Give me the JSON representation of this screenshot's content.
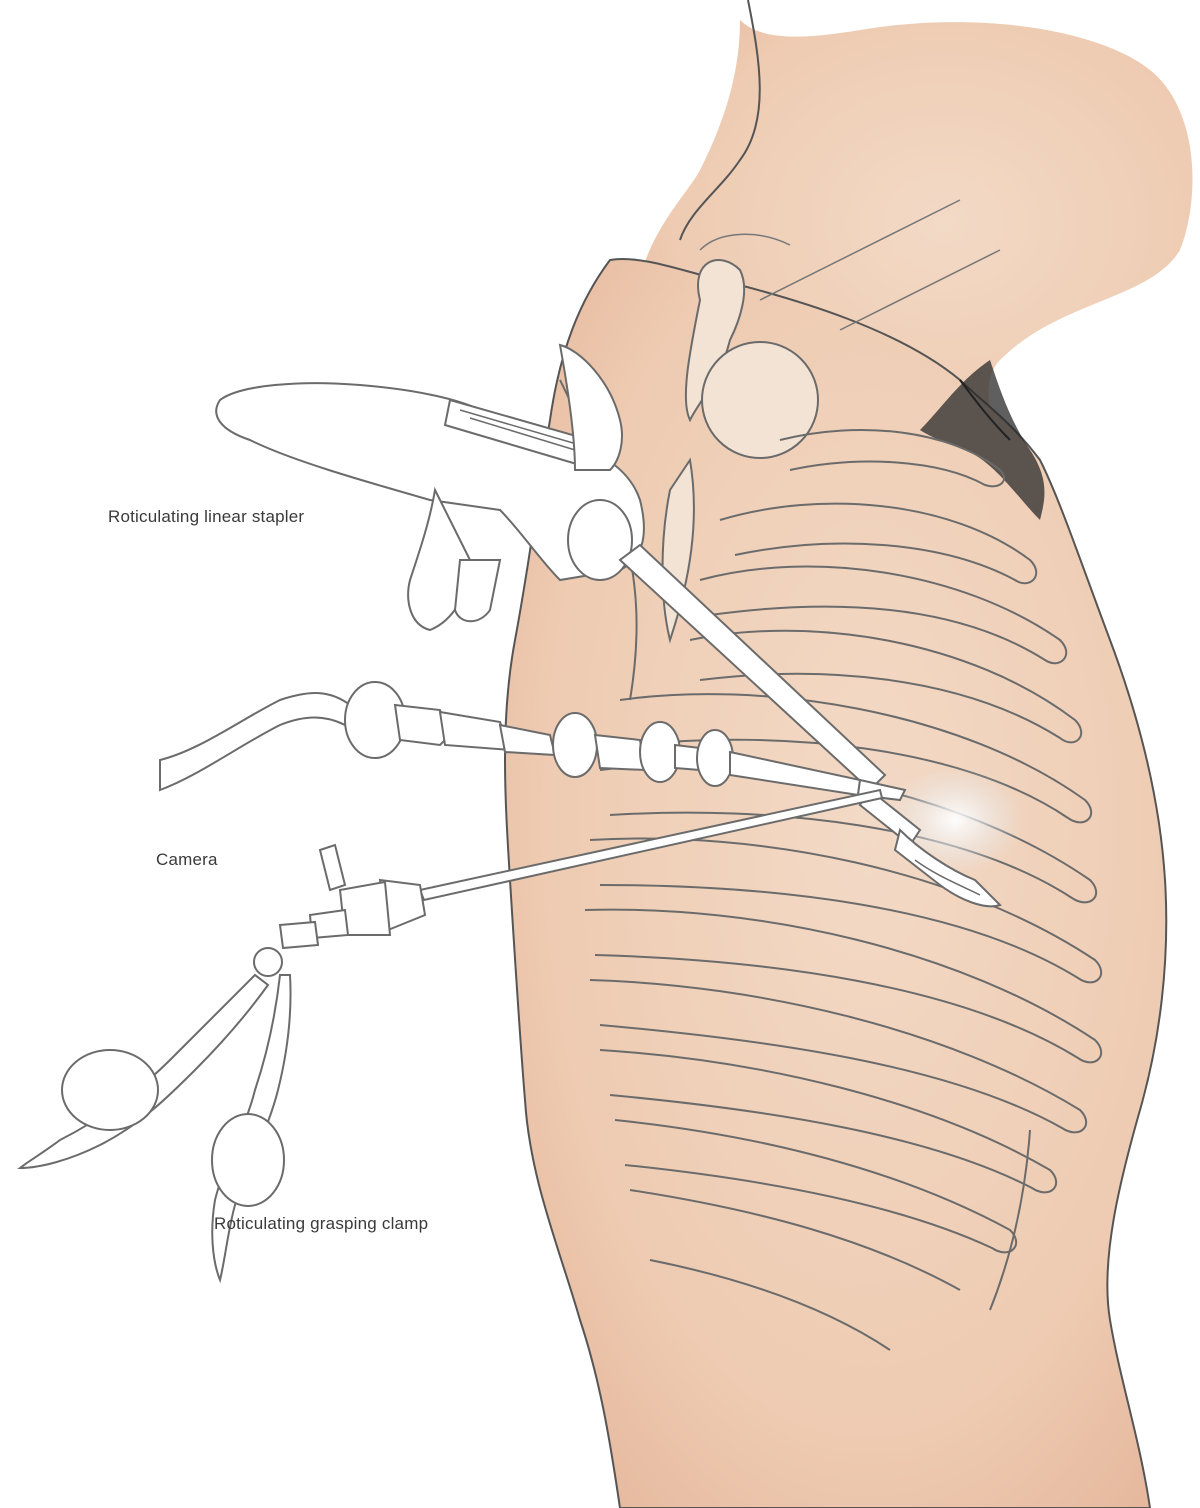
{
  "labels": {
    "stapler": "Roticulating linear stapler",
    "camera": "Camera",
    "clamp": "Roticulating grasping clamp"
  },
  "colors": {
    "skin": "#f1d3bd",
    "skin_shadow": "#e6b9a0",
    "bone": "#f3e3d4",
    "outline": "#6b6b6b",
    "instrument": "#ffffff",
    "hair": "#2a2a2a",
    "light": "#e7eef3"
  },
  "icons": [
    "thorax-illustration",
    "stapler-icon",
    "camera-scope-icon",
    "grasping-clamp-icon"
  ]
}
